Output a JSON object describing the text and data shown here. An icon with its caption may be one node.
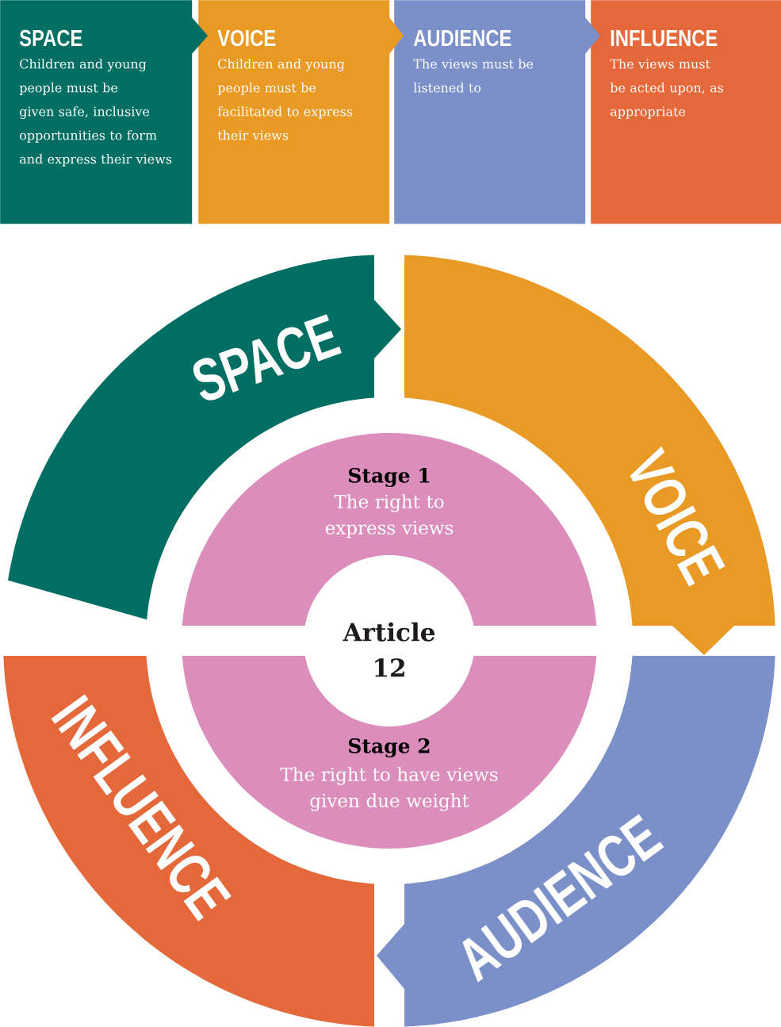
{
  "diagram": {
    "nodes": [
      {
        "text": [
          "SPACE",
          "Children and young people must be given safe, inclusive opportunities to form and express their views"
        ]
      },
      {
        "text": [
          "VOICE",
          "Children and young people must be facilitated to express their views"
        ]
      },
      {
        "text": [
          "AUDIENCE",
          "The views must be listened to"
        ]
      },
      {
        "text": [
          "INFLUENCE",
          "The views must be acted upon, as appropriate"
        ]
      },
      {
        "text": [
          "SPACE"
        ]
      },
      {
        "text": [
          "VOICE"
        ]
      },
      {
        "text": [
          "AUDIENCE"
        ]
      },
      {
        "text": [
          "INFLUENCE"
        ]
      },
      {
        "text": [
          "Stage 1",
          "The right to express views"
        ]
      },
      {
        "text": [
          "Stage 2",
          "The right to have views given due weight"
        ]
      },
      {
        "text": [
          "Article 12"
        ]
      }
    ],
    "edges": [
      {
        "from": 0,
        "to": 1,
        "arrow": "to"
      },
      {
        "from": 1,
        "to": 2,
        "arrow": "to"
      },
      {
        "from": 2,
        "to": 3,
        "arrow": "to"
      },
      {
        "from": 4,
        "to": 5,
        "arrow": "to"
      },
      {
        "from": 5,
        "to": 6,
        "arrow": "to"
      },
      {
        "from": 6,
        "to": 7,
        "arrow": "to"
      }
    ]
  }
}
